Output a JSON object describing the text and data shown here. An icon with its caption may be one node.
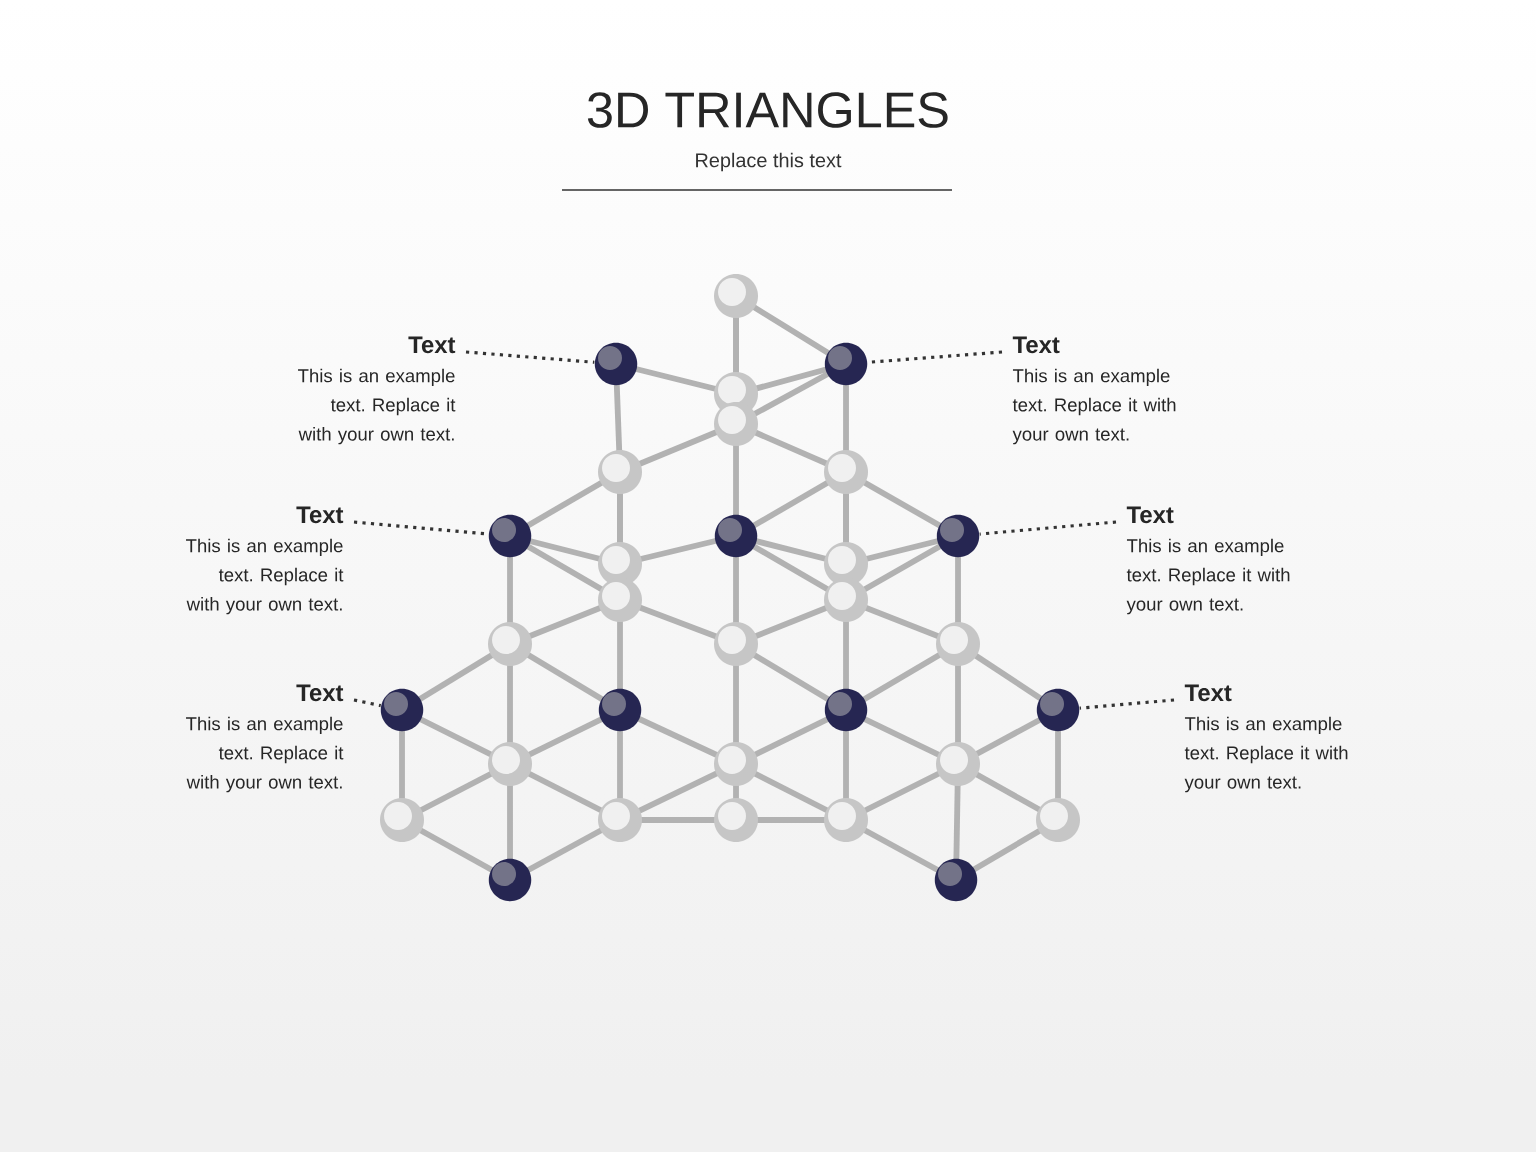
{
  "diagram": {
    "title": "3D TRIANGLES",
    "nodes": [
      {
        "text": [
          "Text",
          "This is an example text. Replace it with your own text."
        ]
      },
      {
        "text": [
          "Text",
          "This is an example text. Replace it with your own text."
        ]
      },
      {
        "text": [
          "Text",
          "This is an example text. Replace it with your own text."
        ]
      },
      {
        "text": [
          "Text",
          "This is an example text. Replace it with your own text."
        ]
      },
      {
        "text": [
          "Text",
          "This is an example text. Replace it with your own text."
        ]
      },
      {
        "text": [
          "Text",
          "This is an example text. Replace it with your own text."
        ]
      },
      {
        "text": [],
        "shape": "circle"
      },
      {
        "text": [],
        "shape": "circle"
      },
      {
        "text": [],
        "shape": "circle"
      },
      {
        "text": [],
        "shape": "circle"
      },
      {
        "text": [],
        "shape": "circle"
      },
      {
        "text": [],
        "shape": "circle"
      },
      {
        "text": [],
        "shape": "circle"
      },
      {
        "text": [],
        "shape": "circle"
      },
      {
        "text": [],
        "shape": "circle"
      },
      {
        "text": [],
        "shape": "circle"
      },
      {
        "text": [],
        "shape": "circle"
      }
    ],
    "edges": [
      {
        "from": 0,
        "to": 6,
        "arrow": "none",
        "style": "dashed"
      },
      {
        "from": 1,
        "to": 7,
        "arrow": "none",
        "style": "dashed"
      },
      {
        "from": 2,
        "to": 8,
        "arrow": "none",
        "style": "dashed"
      },
      {
        "from": 3,
        "to": 10,
        "arrow": "none",
        "style": "dashed"
      },
      {
        "from": 4,
        "to": 11,
        "arrow": "none",
        "style": "dashed"
      },
      {
        "from": 5,
        "to": 14,
        "arrow": "none",
        "style": "dashed"
      }
    ],
    "labels": [
      "Replace this text"
    ]
  }
}
